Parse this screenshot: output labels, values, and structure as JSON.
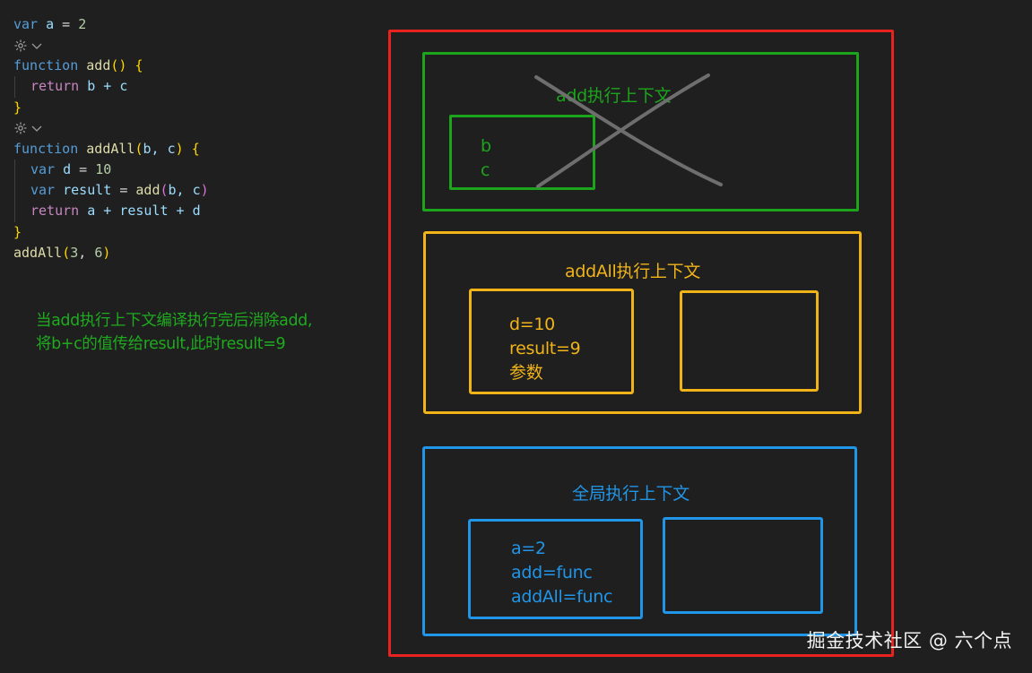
{
  "code": {
    "line1": {
      "kw": "var",
      "name": "a",
      "op": " = ",
      "num": "2"
    },
    "line3": {
      "kw": "function",
      "name": "add",
      "parens": "()",
      "brace": "{"
    },
    "line4": {
      "kw": "return",
      "expr": "b + c"
    },
    "line5": {
      "brace": "}"
    },
    "line7": {
      "kw": "function",
      "name": "addAll",
      "open": "(",
      "params": "b, c",
      "close": ")",
      "brace": "{"
    },
    "line8": {
      "kw": "var",
      "name": "d",
      "op": " = ",
      "num": "10"
    },
    "line9": {
      "kw": "var",
      "name": "result",
      "op": " = ",
      "call": "add",
      "open": "(",
      "args": "b, c",
      "close": ")"
    },
    "line10": {
      "kw": "return",
      "expr": "a + result + d"
    },
    "line11": {
      "brace": "}"
    },
    "line12": {
      "call": "addAll",
      "open": "(",
      "n1": "3",
      "sep": ", ",
      "n2": "6",
      "close": ")"
    }
  },
  "annotation": {
    "line1": "当add执行上下文编译执行完后消除add,",
    "line2": "将b+c的值传给result,此时result=9"
  },
  "diagram": {
    "add_context": {
      "title": "add执行上下文",
      "vars": [
        "b",
        "c"
      ],
      "removed": true
    },
    "addall_context": {
      "title": "addAll执行上下文",
      "vars": [
        "d=10",
        "result=9",
        "参数"
      ]
    },
    "global_context": {
      "title": "全局执行上下文",
      "vars": [
        "a=2",
        "add=func",
        "addAll=func"
      ]
    }
  },
  "watermark": "掘金技术社区 @ 六个点",
  "colors": {
    "call_stack": "#e8221f",
    "add_context": "#1ca51c",
    "addall_context": "#f0b419",
    "global_context": "#2196e8",
    "strike": "#6e6e6e"
  }
}
